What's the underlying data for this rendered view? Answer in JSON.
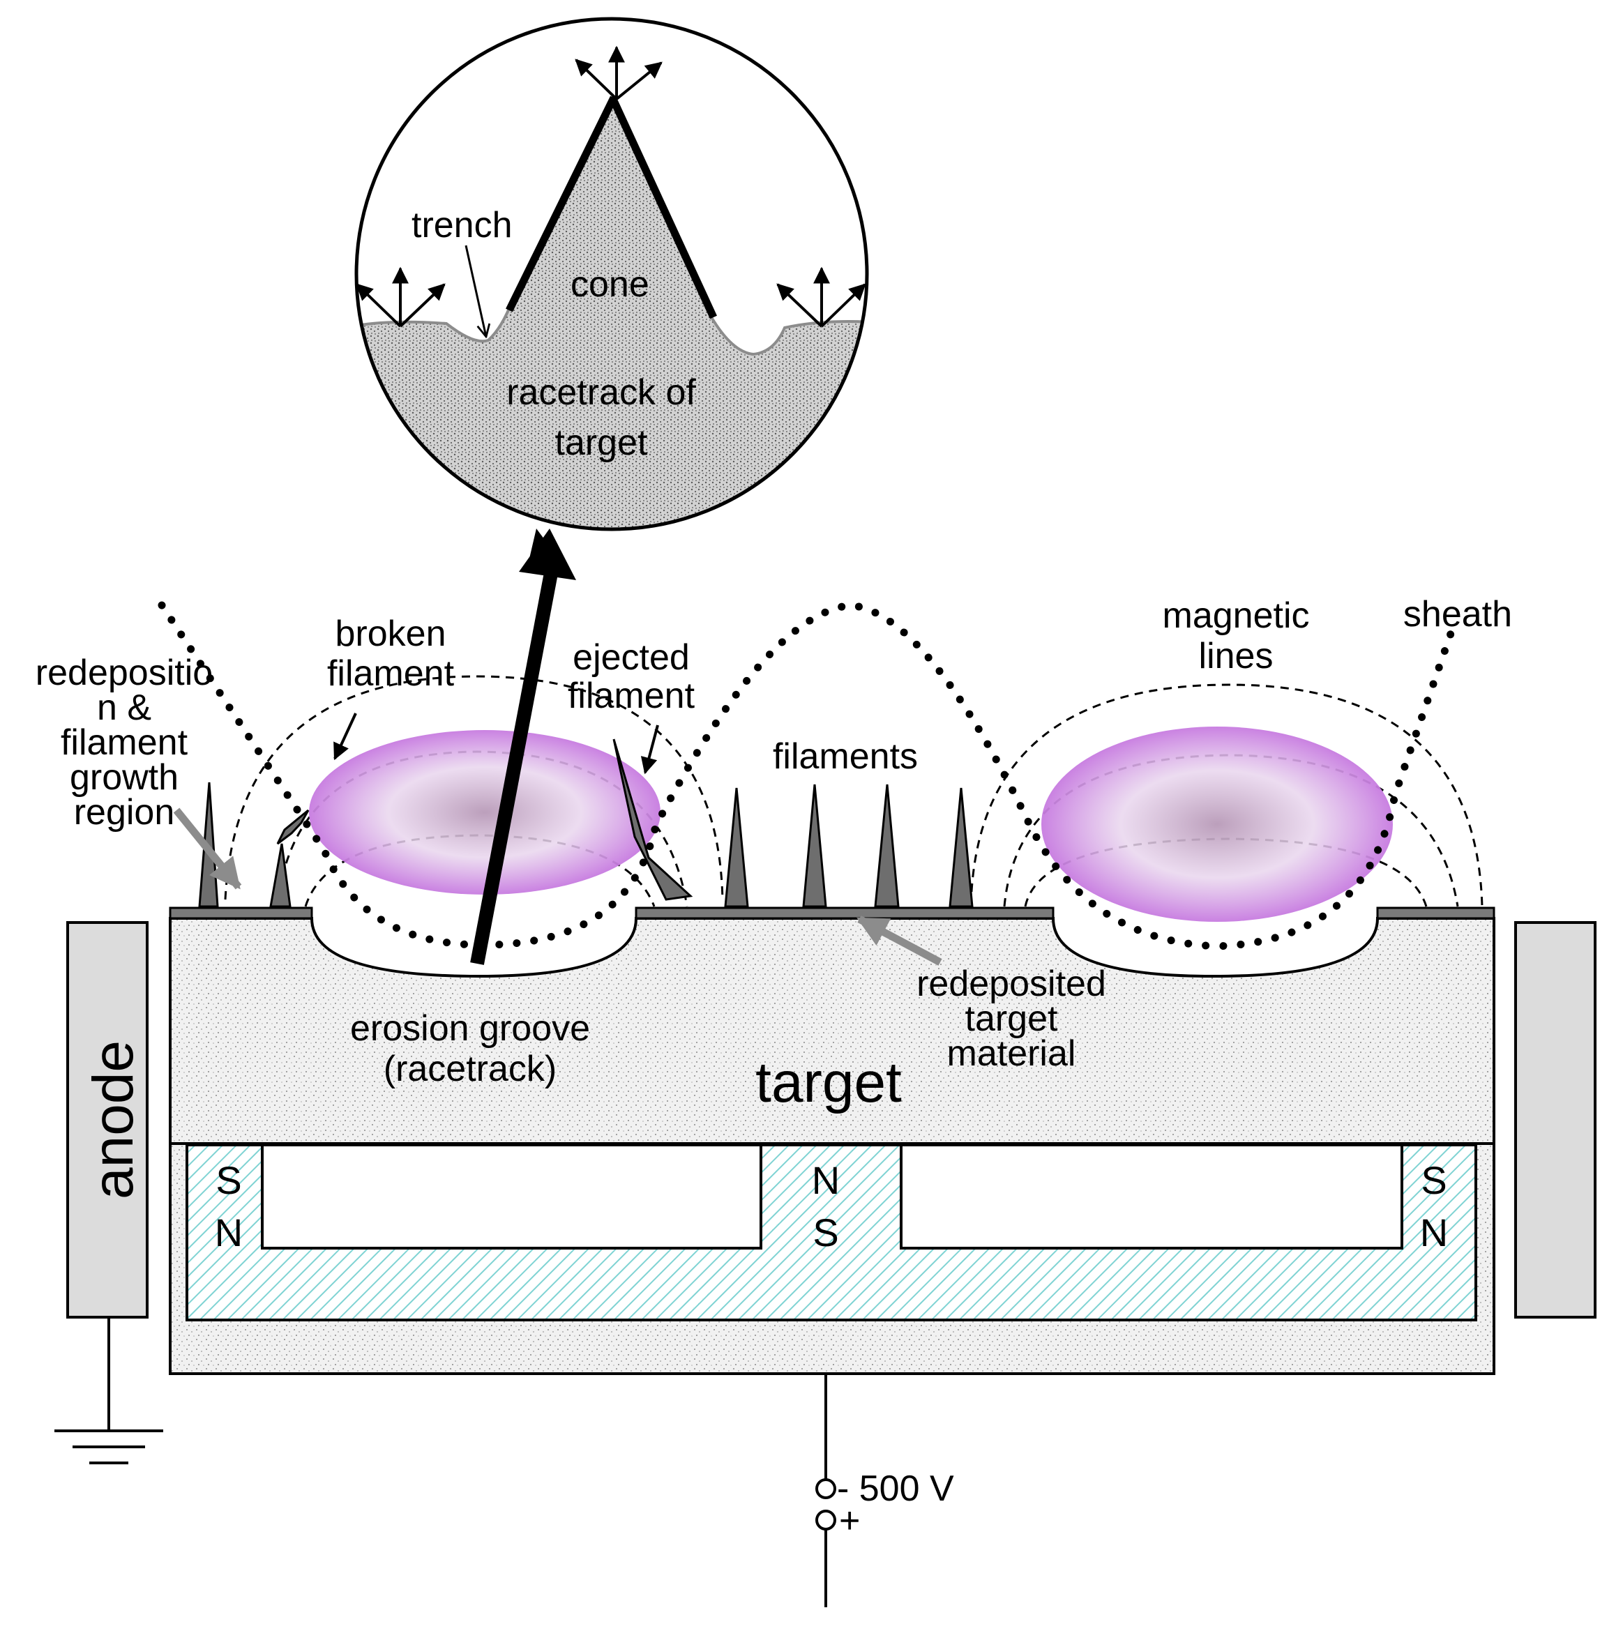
{
  "labels": {
    "anode": "anode",
    "target": "target",
    "erosion_groove_line1": "erosion groove",
    "erosion_groove_line2": "(racetrack)",
    "redeposition_line1": "redepositio",
    "redeposition_line2": "n &",
    "redeposition_line3": "filament",
    "redeposition_line4": "growth",
    "redeposition_line5": "region",
    "broken_filament_line1": "broken",
    "broken_filament_line2": "filament",
    "ejected_filament_line1": "ejected",
    "ejected_filament_line2": "filament",
    "filaments": "filaments",
    "magnetic_lines_line1": "magnetic",
    "magnetic_lines_line2": "lines",
    "sheath": "sheath",
    "redeposited_line1": "redeposited",
    "redeposited_line2": "target",
    "redeposited_line3": "material",
    "voltage": "- 500 V",
    "plus": "+"
  },
  "inset": {
    "trench": "trench",
    "cone": "cone",
    "racetrack_line1": "racetrack of",
    "racetrack_line2": "target"
  },
  "magnets": {
    "left_top": "S",
    "left_bottom": "N",
    "center_top": "N",
    "center_bottom": "S",
    "right_top": "S",
    "right_bottom": "N"
  },
  "colors": {
    "plasma": "#c77be0",
    "magnet_hatch": "#7fd3d3",
    "target_fill": "#ececec",
    "anode_fill": "#dcdcdc",
    "redeposit_layer": "#7a7a7a"
  }
}
